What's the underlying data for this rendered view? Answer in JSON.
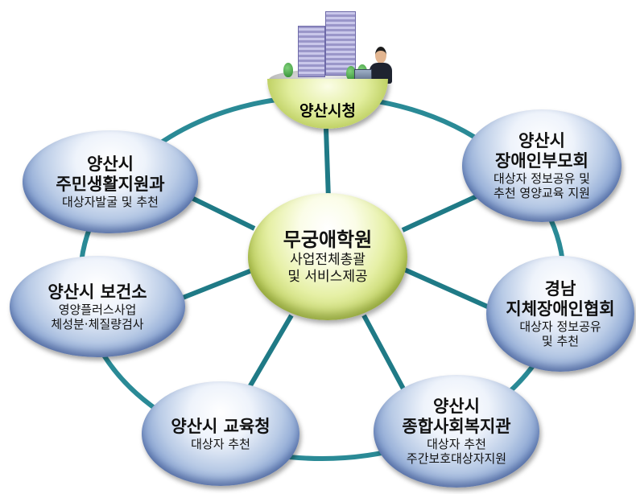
{
  "colors": {
    "connector": "#1f7a86",
    "ring": "#2a8a96",
    "node_blue": "#6f8fc7",
    "node_green": "#b9cc55"
  },
  "city_hall": {
    "title": "양산시청"
  },
  "center": {
    "title": "무궁애학원",
    "lines": [
      "사업전체총괄",
      "및 서비스제공"
    ]
  },
  "nodes": [
    {
      "title_lines": [
        "양산시",
        "주민생활지원과"
      ],
      "sub_lines": [
        "대상자발굴 및 추천"
      ]
    },
    {
      "title_lines": [
        "양산시",
        "장애인부모회"
      ],
      "sub_lines": [
        "대상자 정보공유 및",
        "추천 영양교육 지원"
      ]
    },
    {
      "title_lines": [
        "양산시 보건소"
      ],
      "sub_lines": [
        "영양플러스사업",
        "체성분·체질량검사"
      ]
    },
    {
      "title_lines": [
        "경남",
        "지체장애인협회"
      ],
      "sub_lines": [
        "대상자 정보공유",
        "및 추천"
      ]
    },
    {
      "title_lines": [
        "양산시 교육청"
      ],
      "sub_lines": [
        "대상자 추천"
      ]
    },
    {
      "title_lines": [
        "양산시",
        "종합사회복지관"
      ],
      "sub_lines": [
        "대상자 추천",
        "주간보호대상자지원"
      ]
    }
  ]
}
